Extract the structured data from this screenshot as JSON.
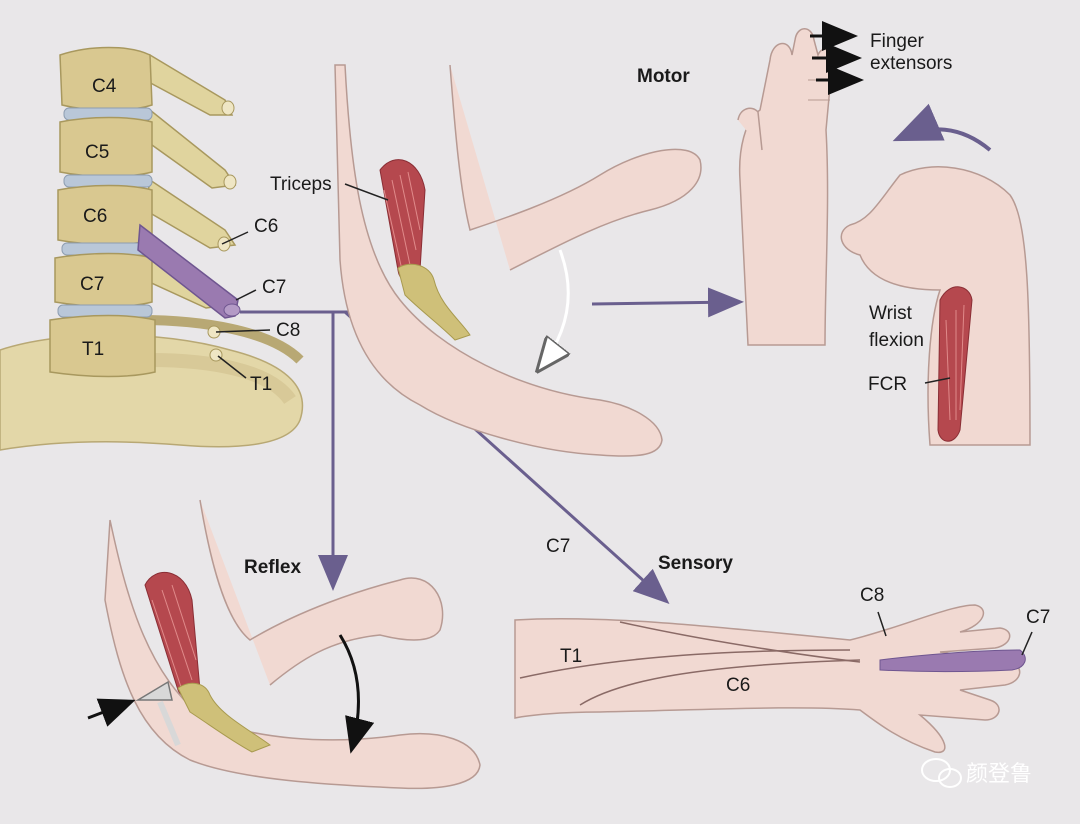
{
  "vertebrae": [
    "C4",
    "C5",
    "C6",
    "C7",
    "T1"
  ],
  "nerve_roots": [
    "C6",
    "C7",
    "C8",
    "T1"
  ],
  "sections": {
    "motor": "Motor",
    "reflex": "Reflex",
    "sensory": "Sensory"
  },
  "muscles": {
    "triceps": "Triceps",
    "fcr": "FCR"
  },
  "actions": {
    "finger_extensors_1": "Finger",
    "finger_extensors_2": "extensors",
    "wrist_flexion_1": "Wrist",
    "wrist_flexion_2": "flexion"
  },
  "pathway_label": "C7",
  "dermatomes": {
    "t1": "T1",
    "c6": "C6",
    "c8": "C8",
    "c7": "C7"
  },
  "watermark": "颜登鲁",
  "colors": {
    "bone": "#e3d7a8",
    "disc": "#b9c7d8",
    "skin": "#f1d9d2",
    "muscle": "#b5484e",
    "tendon": "#cfc079",
    "nerve": "#9a7ab0",
    "arrow": "#6a5f8e",
    "background": "#e9e7e9"
  }
}
